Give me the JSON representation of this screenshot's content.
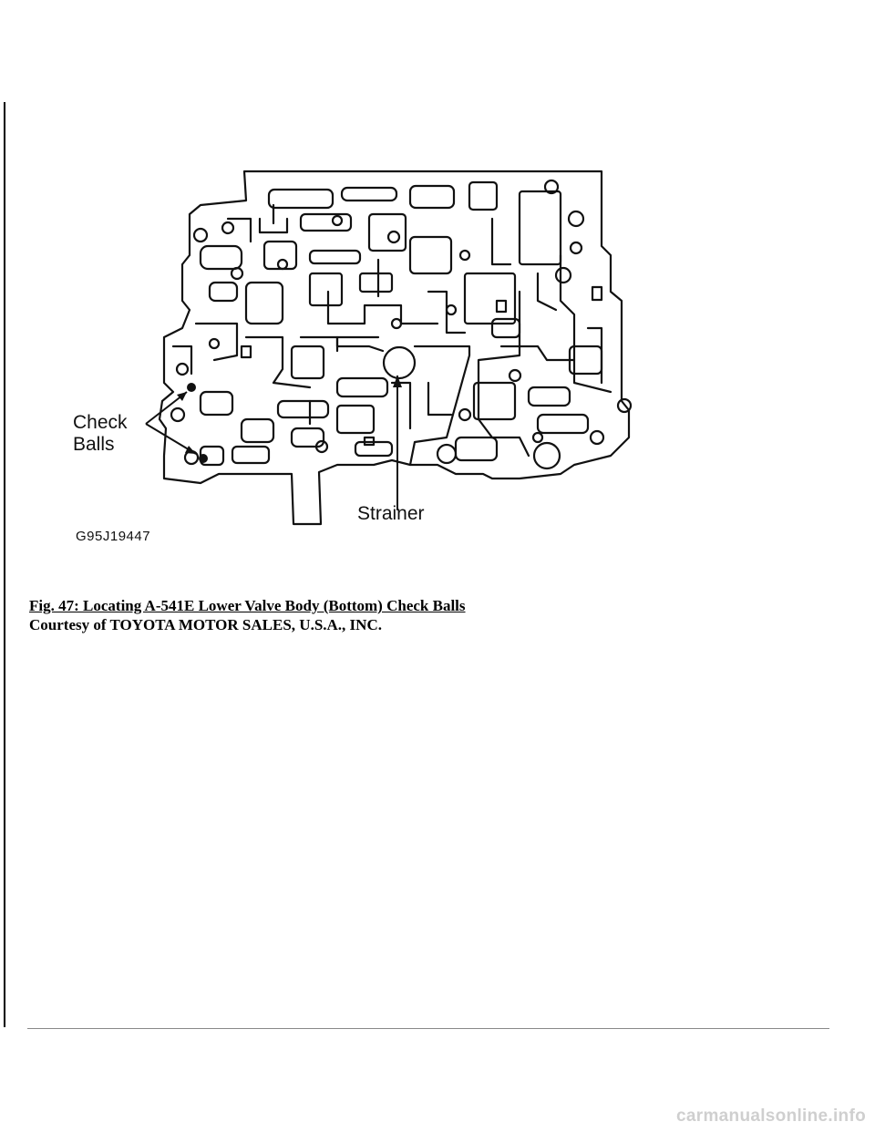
{
  "figure": {
    "label_check_balls": "Check\nBalls",
    "label_check_line1": "Check",
    "label_check_line2": "Balls",
    "label_strainer": "Strainer",
    "figure_code": "G95J19447",
    "diagram_icon": "valve-body-diagram"
  },
  "caption": {
    "title": "Fig. 47: Locating A-541E Lower Valve Body (Bottom) Check Balls",
    "credit": "Courtesy of TOYOTA MOTOR SALES, U.S.A., INC."
  },
  "footer": {
    "watermark": "carmanualsonline.info"
  }
}
